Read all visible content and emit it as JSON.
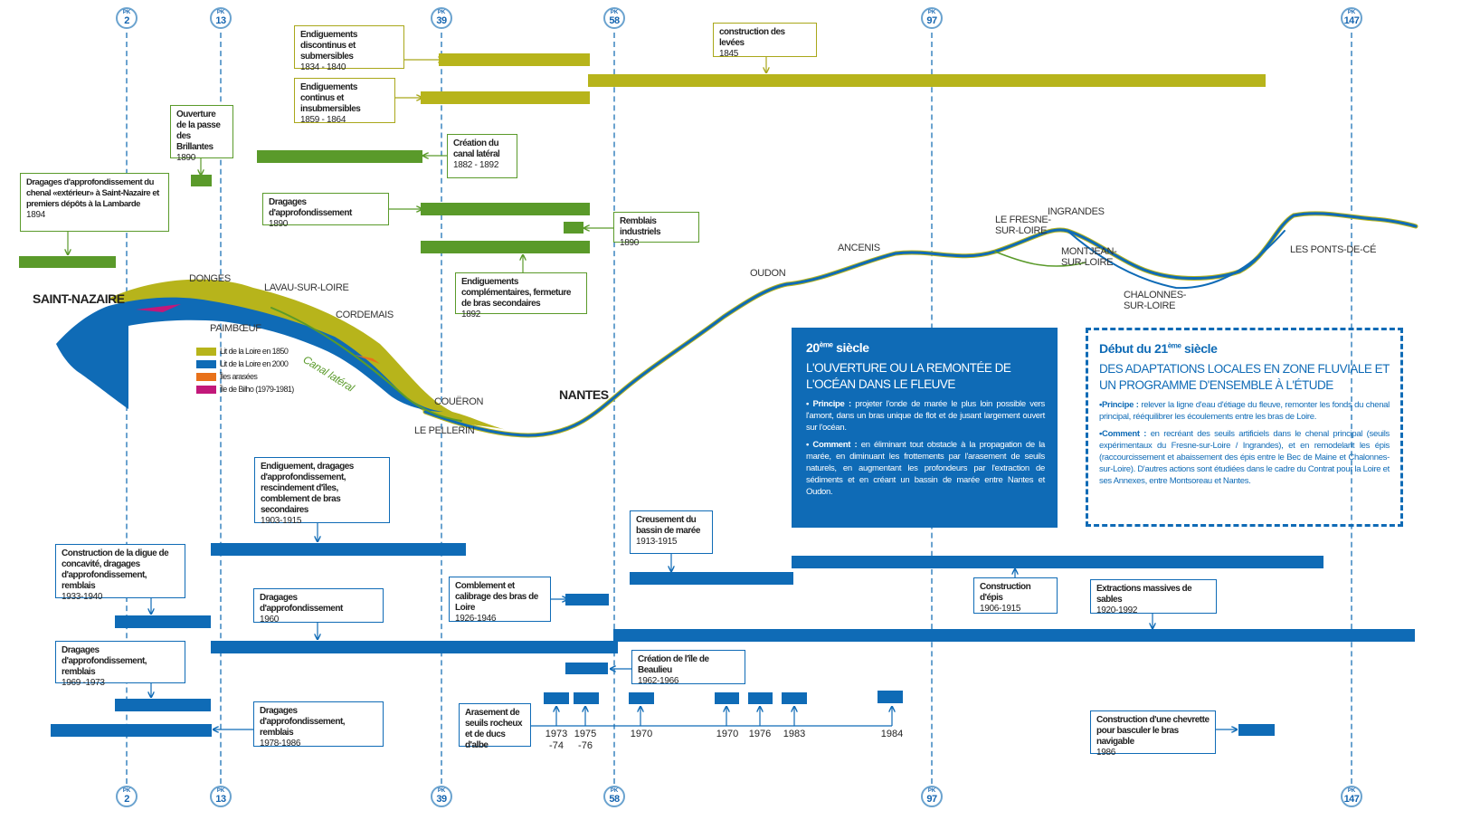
{
  "pk_markers": [
    {
      "prefix": "PK",
      "value": "2"
    },
    {
      "prefix": "PK",
      "value": "13"
    },
    {
      "prefix": "PK",
      "value": "39"
    },
    {
      "prefix": "PK",
      "value": "58"
    },
    {
      "prefix": "PK",
      "value": "97"
    },
    {
      "prefix": "PK",
      "value": "147"
    }
  ],
  "green_events": [
    {
      "title": "Endiguements discontinus et submersibles",
      "years": "1834 - 1840"
    },
    {
      "title": "construction des levées",
      "years": "1845"
    },
    {
      "title": "Endiguements continus et insubmersibles",
      "years": "1859 - 1864"
    },
    {
      "title": "Ouverture de la passe des Brillantes",
      "years": "1890"
    },
    {
      "title": "Création du canal latéral",
      "years": "1882 - 1892"
    },
    {
      "title": "Dragages d'approfondissement du chenal «extérieur» à Saint-Nazaire et premiers dépôts à la Lambarde",
      "years": "1894"
    },
    {
      "title": "Dragages d'approfondissement",
      "years": "1890"
    },
    {
      "title": "Remblais industriels",
      "years": "1890"
    },
    {
      "title": "Endiguements complémentaires, fermeture de bras secondaires",
      "years": "1892"
    }
  ],
  "blue_events": [
    {
      "title": "Endiguement, dragages d'approfondissement, rescindement d'îles, comblement de bras secondaires",
      "years": "1903-1915"
    },
    {
      "title": "Construction de la digue de concavité, dragages d'approfondissement, remblais",
      "years": "1933-1940"
    },
    {
      "title": "Creusement du bassin de marée",
      "years": "1913-1915"
    },
    {
      "title": "Comblement et calibrage des bras de Loire",
      "years": "1926-1946"
    },
    {
      "title": "Dragages d'approfondissement",
      "years": "1960"
    },
    {
      "title": "Construction d'épis",
      "years": "1906-1915"
    },
    {
      "title": "Extractions massives de sables",
      "years": "1920-1992"
    },
    {
      "title": "Dragages d'approfondissement, remblais",
      "years": "1969 -1973"
    },
    {
      "title": "Création de l'île de Beaulieu",
      "years": "1962-1966"
    },
    {
      "title": "Dragages d'approfondissement, remblais",
      "years": "1978-1986"
    },
    {
      "title": "Arasement de seuils rocheux et de ducs d'albe",
      "years": ""
    },
    {
      "title": "Construction d'une chevrette pour basculer le bras navigable",
      "years": "1986"
    }
  ],
  "arasement_years": [
    "1973\n-74",
    "1975\n-76",
    "1970",
    "1970",
    "1976",
    "1983",
    "1984"
  ],
  "places": {
    "saint_nazaire": "SAINT-NAZAIRE",
    "donges": "DONGES",
    "paimboeuf": "PAIMBŒUF",
    "lavau": "LAVAU-SUR-LOIRE",
    "cordemais": "CORDEMAIS",
    "coueron": "COUËRON",
    "le_pellerin": "LE PELLERIN",
    "nantes": "NANTES",
    "oudon": "OUDON",
    "ancenis": "ANCENIS",
    "le_fresne": "LE FRESNE-\nSUR-LOIRE",
    "ingrandes": "INGRANDES",
    "montjean": "MONTJEAN-\nSUR-LOIRE",
    "chalonnes": "CHALONNES-\nSUR-LOIRE",
    "ponts_de_ce": "LES PONTS-DE-CÉ",
    "canal": "Canal latéral"
  },
  "legend": [
    {
      "label": "Lit de la Loire en 1850",
      "color": "#b7b41b"
    },
    {
      "label": "Lit de la Loire en 2000",
      "color": "#0f6bb6"
    },
    {
      "label": "Îles arasées",
      "color": "#e8711a"
    },
    {
      "label": "Île de Bilho (1979-1981)",
      "color": "#c2187a"
    }
  ],
  "panel20": {
    "heading_main": "20",
    "heading_sup": "ème",
    "heading_rest": " siècle",
    "subtitle": "L'OUVERTURE OU LA REMONTÉE DE L'OCÉAN DANS LE FLEUVE",
    "principe_label": "• Principe :",
    "principe_text": " projeter l'onde de marée le plus loin possible vers l'amont, dans un bras unique de flot et de jusant largement ouvert sur l'océan.",
    "comment_label": "• Comment :",
    "comment_text": " en éliminant tout obstacle à la propagation de la marée, en diminuant les frottements par l'arasement de seuils naturels, en augmentant les profondeurs par l'extraction de sédiments et en créant un bassin de marée entre Nantes et Oudon."
  },
  "panel21": {
    "heading_main": "Début du 21",
    "heading_sup": "ème",
    "heading_rest": " siècle",
    "subtitle": "DES ADAPTATIONS LOCALES EN ZONE FLUVIALE ET UN PROGRAMME D'ENSEMBLE À L'ÉTUDE",
    "principe_label": "•Principe :",
    "principe_text": " relever la ligne d'eau d'étiage du fleuve, remonter les fonds du chenal principal, rééquilibrer les écoulements entre les bras de Loire.",
    "comment_label": "•Comment :",
    "comment_text": " en recréant des seuils artificiels dans le chenal principal (seuils expérimentaux du Fresne-sur-Loire / Ingrandes), et en remodelant les épis (raccourcissement et abaissement des épis entre le Bec de Maine et Chalonnes-sur-Loire). D'autres actions sont étudiées dans le cadre du Contrat pour la Loire et ses Annexes, entre Montsoreau et Nantes."
  },
  "colors": {
    "green": "#b7b41b",
    "dark_green": "#5a9a2a",
    "blue": "#0f6bb6",
    "pk_line": "#6ba3cf"
  }
}
